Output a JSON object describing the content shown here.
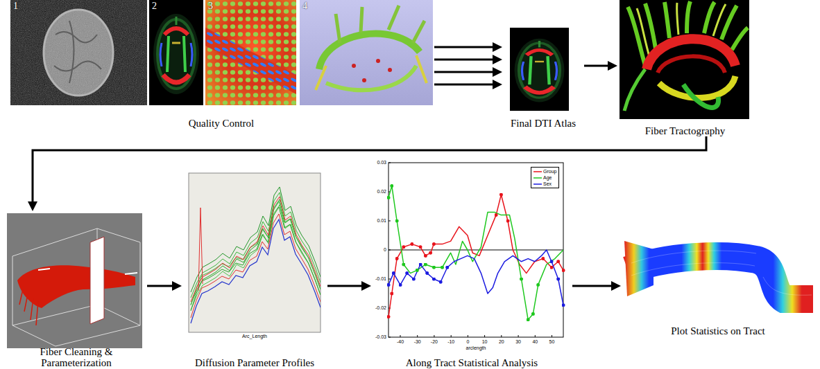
{
  "diagram": {
    "nodes": [
      {
        "text": [
          "Quality Control"
        ]
      },
      {
        "text": [
          "Final DTI Atlas"
        ]
      },
      {
        "text": [
          "Fiber Tractography"
        ]
      },
      {
        "text": [
          "Fiber Cleaning & Parameterization"
        ]
      },
      {
        "text": [
          "Diffusion Parameter Profiles"
        ]
      },
      {
        "text": [
          "Along Tract Statistical Analysis"
        ]
      },
      {
        "text": [
          "Plot Statistics on Tract"
        ]
      }
    ],
    "edges": [
      {
        "from": 0,
        "to": 1,
        "arrow": "to"
      },
      {
        "from": 0,
        "to": 1,
        "arrow": "to"
      },
      {
        "from": 0,
        "to": 1,
        "arrow": "to"
      },
      {
        "from": 0,
        "to": 1,
        "arrow": "to"
      },
      {
        "from": 1,
        "to": 2,
        "arrow": "to"
      },
      {
        "from": 2,
        "to": 3,
        "arrow": "to"
      },
      {
        "from": 3,
        "to": 4,
        "arrow": "to"
      },
      {
        "from": 4,
        "to": 5,
        "arrow": "to"
      },
      {
        "from": 5,
        "to": 6,
        "arrow": "to"
      }
    ],
    "labels": [
      "1",
      "2",
      "3",
      "4",
      "Arc_Length",
      "0.03",
      "0.02",
      "0.01",
      "0",
      "-0.01",
      "-0.02",
      "-0.03",
      "-40",
      "-30",
      "-20",
      "-10",
      "0",
      "10",
      "20",
      "30",
      "40",
      "50",
      "arclength"
    ],
    "legend": [
      {
        "text": "Group"
      },
      {
        "text": "Age"
      },
      {
        "text": "Sex"
      }
    ]
  }
}
